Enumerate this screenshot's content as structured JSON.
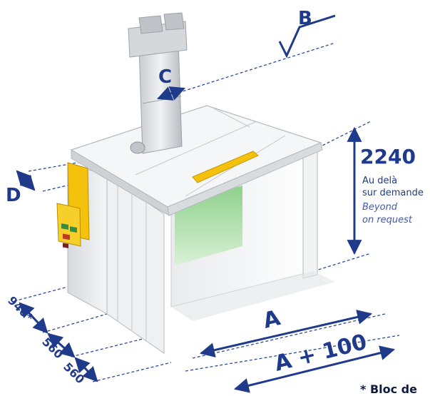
{
  "dimensions": {
    "a": "A",
    "a_plus": "A + 100",
    "b": "B",
    "c": "C",
    "d": "D",
    "depth_1": "940*",
    "depth_2": "560",
    "depth_3": "560"
  },
  "height_note": {
    "value": "2240",
    "fr_line1": "Au delà",
    "fr_line2": "sur demande",
    "en_line1": "Beyond",
    "en_line2": "on request"
  },
  "footnote": "* Bloc de",
  "colors": {
    "dimension": "#1f3a8a",
    "booth_body": "#e6e8ea",
    "accent_yellow": "#f4c20d",
    "filter_green": "#b9e3b4"
  }
}
